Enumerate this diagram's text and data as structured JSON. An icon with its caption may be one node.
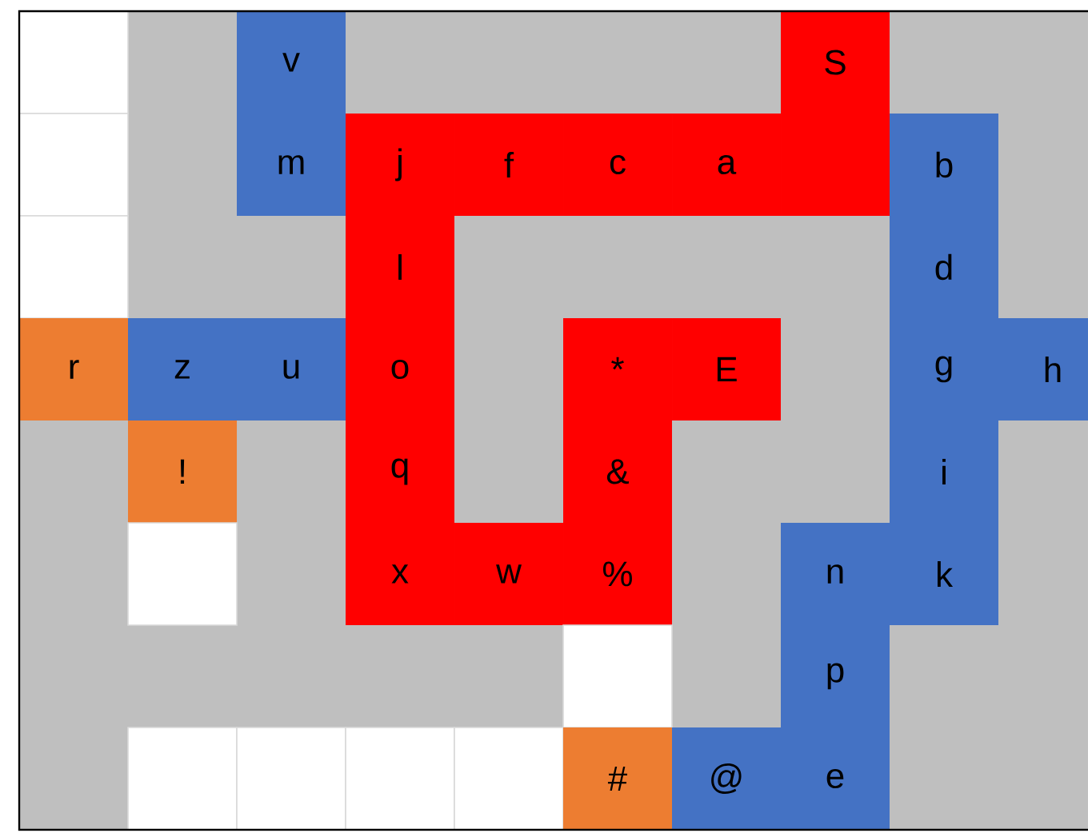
{
  "diagram": {
    "labels": [
      "v",
      "S",
      "m",
      "j",
      "f",
      "c",
      "a",
      "b",
      "l",
      "d",
      "r",
      "z",
      "u",
      "o",
      "*",
      "E",
      "g",
      "h",
      "!",
      "q",
      "&",
      "i",
      "x",
      "w",
      "%",
      "n",
      "k",
      "p",
      "#",
      "@",
      "e"
    ]
  }
}
